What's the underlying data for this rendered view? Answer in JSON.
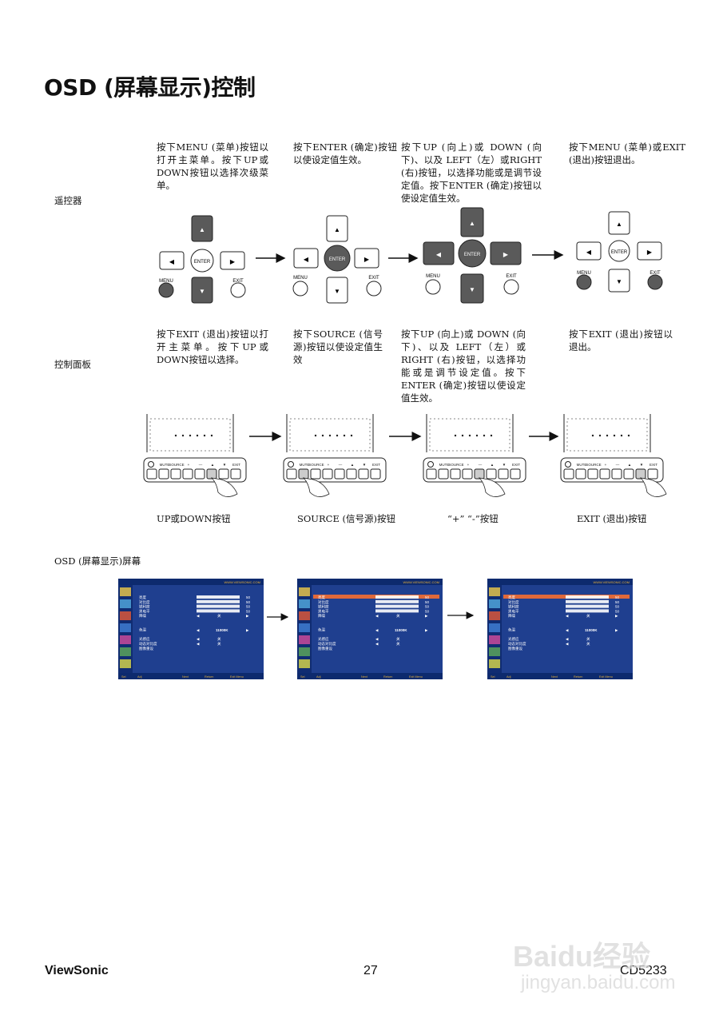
{
  "page": {
    "title": "OSD (屏幕显示)控制",
    "remote_label": "遥控器",
    "panel_label": "控制面板",
    "osd_label": "OSD (屏幕显示)屏幕"
  },
  "remote_steps": [
    "按下MENU (菜单)按钮以打开主菜单。按下UP或DOWN按钮以选择次级菜单。",
    "按下ENTER (确定)按钮以使设定值生效。",
    "按下UP (向上)或 DOWN (向下)、以及 LEFT（左）或RIGHT (右)按钮，以选择功能或是调节设定值。按下ENTER (确定)按钮以使设定值生效。",
    "按下MENU (菜单)或EXIT (退出)按钮退出。"
  ],
  "panel_steps": [
    "按下EXIT (退出)按钮以打开主菜单。按下UP或DOWN按钮以选择。",
    "按下SOURCE (信号源)按钮以使设定值生效",
    "按下UP (向上)或 DOWN (向下)、以及 LEFT（左）或RIGHT (右)按钮，以选择功能或是调节设定值。按下ENTER (确定)按钮以使设定值生效。",
    "按下EXIT (退出)按钮以退出。"
  ],
  "panel_captions": [
    "UP或DOWN按钮",
    "SOURCE (信号源)按钮",
    "“+” “-”按钮",
    "EXIT (退出)按钮"
  ],
  "remote_keys": {
    "enter": "ENTER",
    "menu": "MENU",
    "exit": "EXIT"
  },
  "panel_keys": [
    "MUTE",
    "SOURCE",
    "+",
    "—",
    "▲",
    "▼",
    "EXIT"
  ],
  "osd_screen": {
    "brand_url": "WWW.VIEWSONIC.COM",
    "items": [
      "亮度",
      "对比度",
      "锐利度",
      "黑电平",
      "降噪",
      "",
      "",
      "色温",
      "",
      "光感应",
      "动态对比度",
      "图像重设"
    ],
    "slider_values": [
      "50",
      "50",
      "50",
      "50"
    ],
    "noise_value": "关",
    "color_temp": "11000K",
    "light_sensor": "关",
    "dynamic_contrast": "关",
    "bottom_bar": [
      "Sel",
      "Adj",
      "Next",
      "Return",
      "Exit Menu"
    ]
  },
  "footer": {
    "brand": "ViewSonic",
    "page_number": "27",
    "model": "CD5233"
  },
  "watermark": {
    "logo": "Baidu经验",
    "url": "jingyan.baidu.com"
  },
  "colors": {
    "osd_bg": "#1f3f8f",
    "osd_header": "#0d2a6e",
    "osd_highlight": "#e0693a",
    "button_dark": "#5a5a5a"
  }
}
